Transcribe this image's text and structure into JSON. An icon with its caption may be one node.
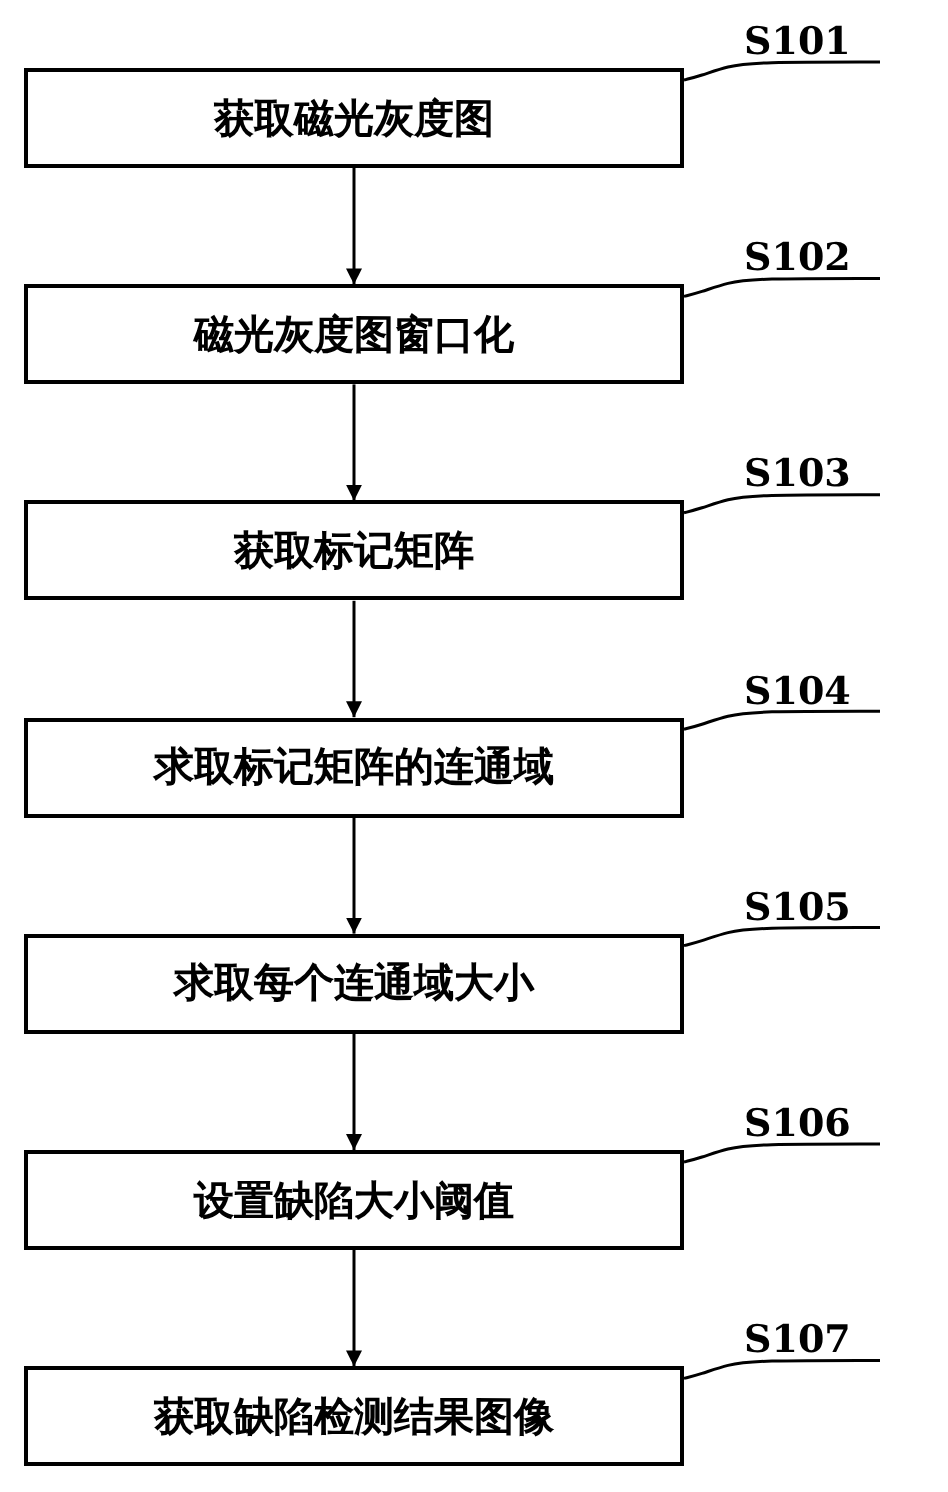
{
  "diagram": {
    "nodes": [
      {
        "text": [
          "S101"
        ]
      },
      {
        "text": [
          "获取磁光灰度图"
        ]
      },
      {
        "text": [
          "S102"
        ]
      },
      {
        "text": [
          "磁光灰度图窗口化"
        ]
      },
      {
        "text": [
          "S103"
        ]
      },
      {
        "text": [
          "获取标记矩阵"
        ]
      },
      {
        "text": [
          "S104"
        ]
      },
      {
        "text": [
          "求取标记矩阵的连通域"
        ]
      },
      {
        "text": [
          "S105"
        ]
      },
      {
        "text": [
          "求取每个连通域大小"
        ]
      },
      {
        "text": [
          "S106"
        ]
      },
      {
        "text": [
          "设置缺陷大小阈值"
        ]
      },
      {
        "text": [
          "S107"
        ]
      },
      {
        "text": [
          "获取缺陷检测结果图像"
        ]
      }
    ],
    "edges": [
      {
        "from": 1,
        "to": 3,
        "arrow": "to"
      },
      {
        "from": 3,
        "to": 5,
        "arrow": "to"
      },
      {
        "from": 5,
        "to": 7,
        "arrow": "to"
      },
      {
        "from": 7,
        "to": 9,
        "arrow": "to"
      },
      {
        "from": 9,
        "to": 11,
        "arrow": "to"
      },
      {
        "from": 11,
        "to": 13,
        "arrow": "to"
      },
      {
        "from": 0,
        "to": 1,
        "arrow": "none"
      },
      {
        "from": 2,
        "to": 3,
        "arrow": "none"
      },
      {
        "from": 4,
        "to": 5,
        "arrow": "none"
      },
      {
        "from": 6,
        "to": 7,
        "arrow": "none"
      },
      {
        "from": 8,
        "to": 9,
        "arrow": "none"
      },
      {
        "from": 10,
        "to": 11,
        "arrow": "none"
      },
      {
        "from": 12,
        "to": 13,
        "arrow": "none"
      }
    ]
  }
}
